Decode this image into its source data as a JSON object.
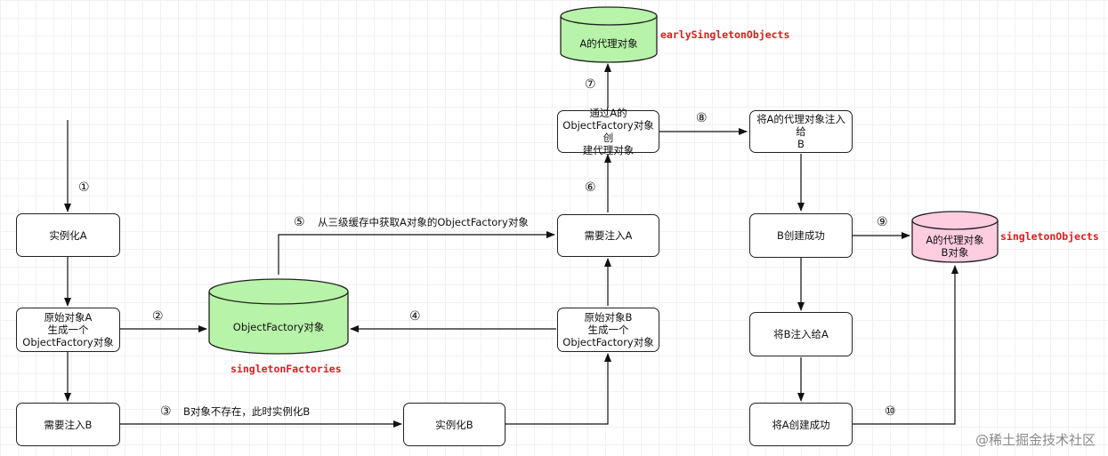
{
  "boxes": {
    "instantiate_a": "实例化A",
    "raw_a": "原始对象A\n生成一个\nObjectFactory对象",
    "need_inject_b": "需要注入B",
    "instantiate_b": "实例化B",
    "raw_b": "原始对象B\n生成一个\nObjectFactory对象",
    "need_inject_a": "需要注入A",
    "create_proxy": "通过A的\nObjectFactory对象创\n建代理对象",
    "inject_proxy_to_b": "将A的代理对象注入给\nB",
    "b_created": "B创建成功",
    "inject_b_to_a": "将B注入给A",
    "a_created": "将A创建成功"
  },
  "cylinders": {
    "object_factory": "ObjectFactory对象",
    "early_proxy": "A的代理对象",
    "final_objects": "A的代理对象\nB对象"
  },
  "cache_names": {
    "singleton_factories": "singletonFactories",
    "early_singleton_objects": "earlySingletonObjects",
    "singleton_objects": "singletonObjects"
  },
  "steps": {
    "s1": "①",
    "s2": "②",
    "s3": "③",
    "s4": "④",
    "s5": "⑤",
    "s6": "⑥",
    "s7": "⑦",
    "s8": "⑧",
    "s9": "⑨",
    "s10": "⑩"
  },
  "edge_labels": {
    "e3": "B对象不存在，此时实例化B",
    "e5": "从三级缓存中获取A对象的ObjectFactory对象"
  },
  "watermark": "@稀土掘金技术社区",
  "colors": {
    "green_cylinder": "#b7f3a8",
    "pink_cylinder": "#ffcce0",
    "cache_label_red": "#e8181a"
  }
}
